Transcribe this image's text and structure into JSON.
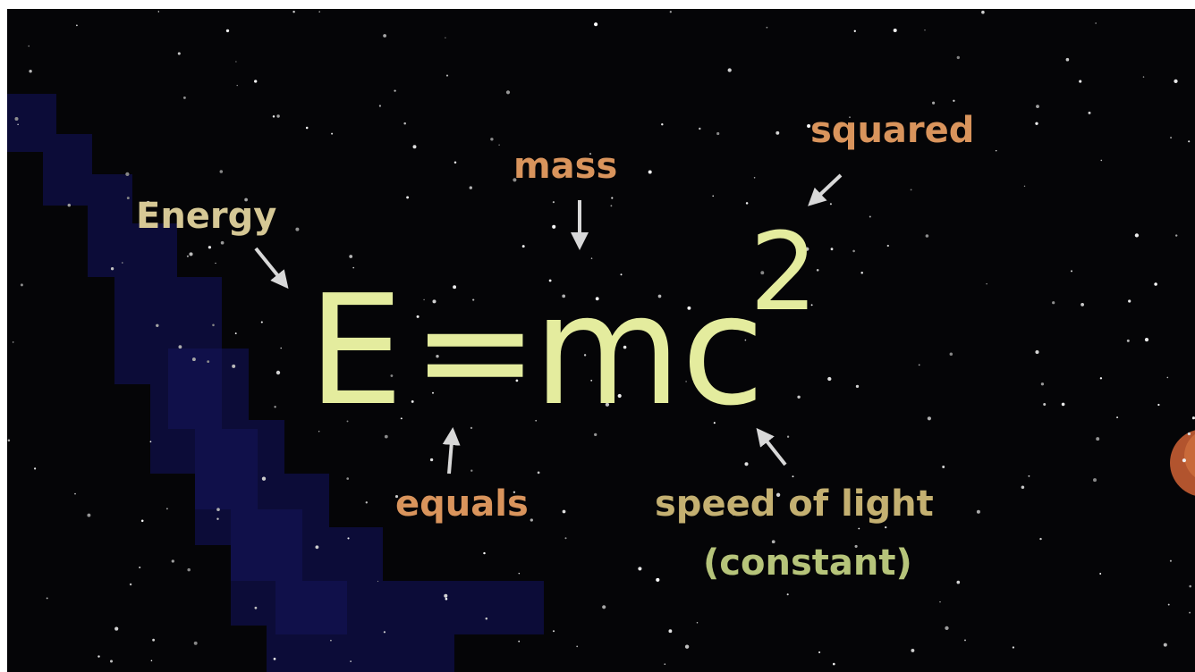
{
  "equation": {
    "E": "E",
    "equals_sign": "=",
    "mc": "mc",
    "exponent": "2"
  },
  "labels": {
    "energy": "Energy",
    "mass": "mass",
    "squared": "squared",
    "equals": "equals",
    "speed_of_light": "speed of light",
    "constant": "(constant)"
  },
  "colors": {
    "background": "#050507",
    "equation": "#e4ec9e",
    "label_orange": "#d9945c",
    "label_green": "#b6c47a",
    "nebula": "#0c0c38",
    "arrow": "#d8d8d8"
  }
}
